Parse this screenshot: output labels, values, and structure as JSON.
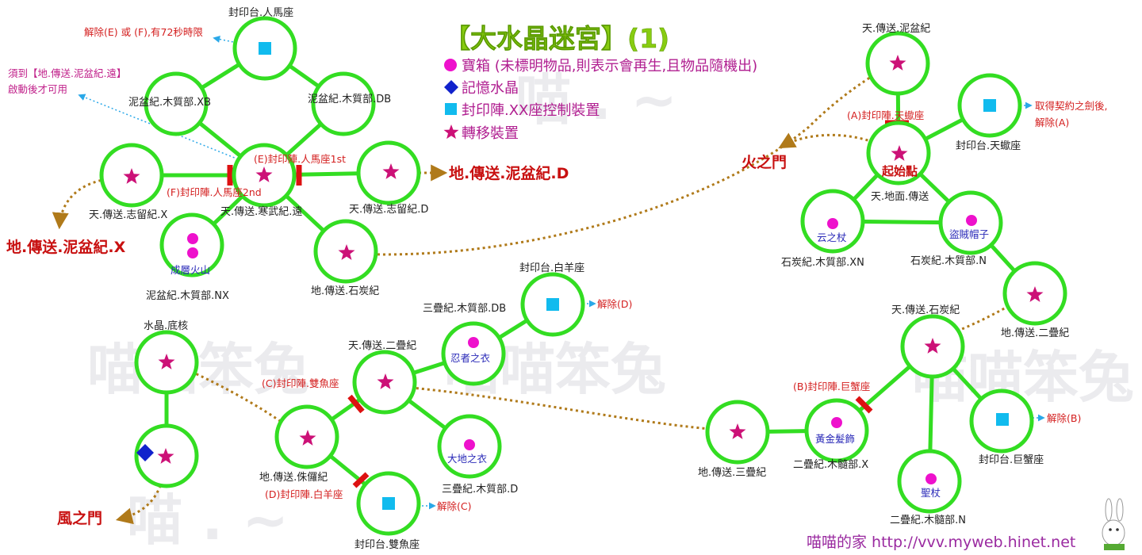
{
  "title": "【大水晶迷宮】(1)",
  "legend": [
    {
      "icon": "chest-dot-icon",
      "text": "寶箱 (未標明物品,則表示會再生,且物品隨機出)"
    },
    {
      "icon": "memory-crystal-icon",
      "text": "記憶水晶"
    },
    {
      "icon": "seal-device-icon",
      "text": "封印陣.XX座控制裝置"
    },
    {
      "icon": "teleport-star-icon",
      "text": "轉移裝置"
    }
  ],
  "labels": {
    "seal_sagittarius": "封印台.人馬座",
    "nibonki_xb": "泥盆紀.木質部.XB",
    "nibonki_db": "泥盆紀.木質部.DB",
    "sky_shiruki_x": "天.傳送.志留紀.X",
    "sky_kanbu_far": "天.傳送.寒武紀.遠",
    "sky_shiruki_d": "天.傳送.志留紀.D",
    "nibonki_nx": "泥盆紀.木質部.NX",
    "ground_sekitanki": "地.傳送.石炭紀",
    "seal_f": "(F)封印陣.人馬座2nd",
    "seal_e": "(E)封印陣.人馬座1st",
    "crystal_core": "水晶.底核",
    "sky_nijoki": "天.傳送.二疊紀",
    "sanjoki_db": "三疊紀.木質部.DB",
    "seal_aries": "封印台.白羊座",
    "seal_c": "(C)封印陣.雙魚座",
    "ground_juraki": "地.傳送.侏儸紀",
    "sanjoki_d": "三疊紀.木質部.D",
    "seal_d": "(D)封印陣.白羊座",
    "seal_pisces": "封印台.雙魚座",
    "sky_nibonki": "天.傳送.泥盆紀",
    "seal_a": "(A)封印陣.天蠍座",
    "seal_scorpio": "封印台.天蠍座",
    "start": "起始點",
    "sky_ground_tp": "天.地面.傳送",
    "sekitanki_xn": "石炭紀.木質部.XN",
    "sekitanki_n": "石炭紀.木質部.N",
    "ground_nijoki": "地.傳送.二疊紀",
    "sky_sekitanki": "天.傳送.石炭紀",
    "seal_b": "(B)封印陣.巨蟹座",
    "ground_sanjoki": "地.傳送.三疊紀",
    "nijoki_x": "二疊紀.木髓部.X",
    "nijoki_n": "二疊紀.木髓部.N",
    "seal_cancer": "封印台.巨蟹座"
  },
  "destinations": {
    "nibonki_d": "地.傳送.泥盆紀.D",
    "nibonki_x": "地.傳送.泥盆紀.X",
    "fire_gate": "火之門",
    "wind_gate": "風之門"
  },
  "items": {
    "volcano": "成層火山",
    "ninja": "忍者之衣",
    "earth": "大地之衣",
    "gold_hair": "黃金髮飾",
    "holy_staff": "聖杖",
    "cloud": "云之杖",
    "thief_hat": "盜賊帽子"
  },
  "notes": {
    "unlock_ef": "解除(E) 或 (F),有72秒時限",
    "need_line1": "須到【地.傳送.泥盆紀.遠】",
    "need_line2": "啟動後才可用",
    "contract_line1": "取得契約之劍後,",
    "contract_line2": "解除(A)",
    "unlock_d": "解除(D)",
    "unlock_c": "解除(C)",
    "unlock_b": "解除(B)"
  },
  "watermarks": [
    "喵喵笨兔",
    "喵喵笨兔",
    "喵喵笨兔",
    "喵 . ~",
    "喵 . ~"
  ],
  "footer": "喵喵的家 http://vvv.myweb.hinet.net",
  "colors": {
    "node_stroke": "#33dd22",
    "seal_bar": "#dd1111",
    "star": "#cc1177",
    "chest": "#ee11cc",
    "seal_square": "#11bbee",
    "crystal": "#1122cc",
    "route": "#b07a1a"
  }
}
